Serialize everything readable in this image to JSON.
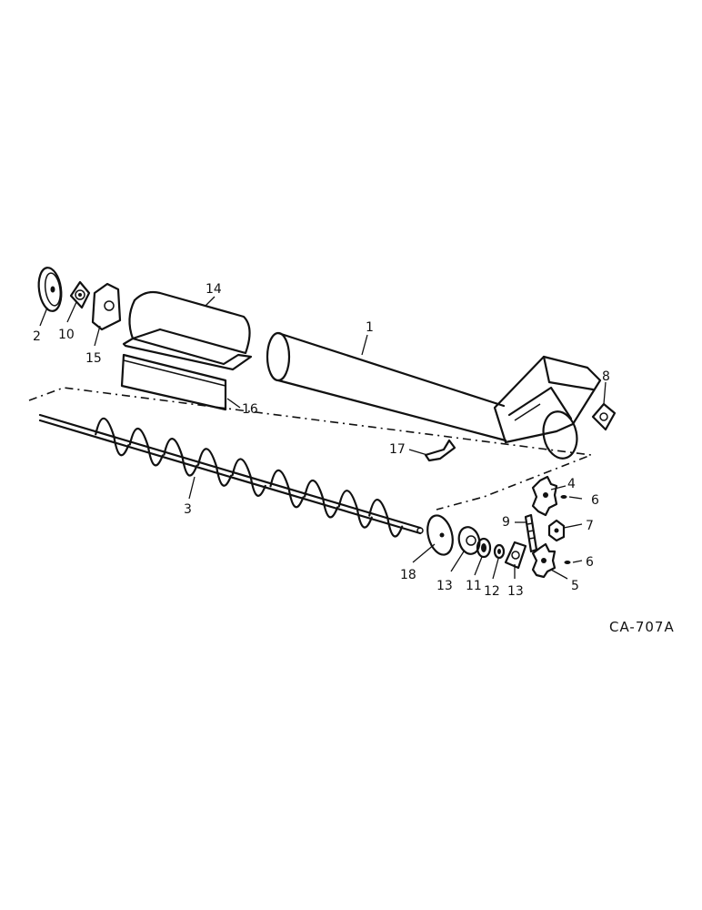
{
  "callouts": [
    {
      "id": "1",
      "label": "1"
    },
    {
      "id": "2",
      "label": "2"
    },
    {
      "id": "3",
      "label": "3"
    },
    {
      "id": "4",
      "label": "4"
    },
    {
      "id": "5",
      "label": "5"
    },
    {
      "id": "6a",
      "label": "6"
    },
    {
      "id": "6b",
      "label": "6"
    },
    {
      "id": "7",
      "label": "7"
    },
    {
      "id": "8",
      "label": "8"
    },
    {
      "id": "9",
      "label": "9"
    },
    {
      "id": "10",
      "label": "10"
    },
    {
      "id": "11",
      "label": "11"
    },
    {
      "id": "12",
      "label": "12"
    },
    {
      "id": "13a",
      "label": "13"
    },
    {
      "id": "13b",
      "label": "13"
    },
    {
      "id": "14",
      "label": "14"
    },
    {
      "id": "15",
      "label": "15"
    },
    {
      "id": "16",
      "label": "16"
    },
    {
      "id": "17",
      "label": "17"
    },
    {
      "id": "18",
      "label": "18"
    }
  ],
  "drawing_ref": "CA-707A"
}
